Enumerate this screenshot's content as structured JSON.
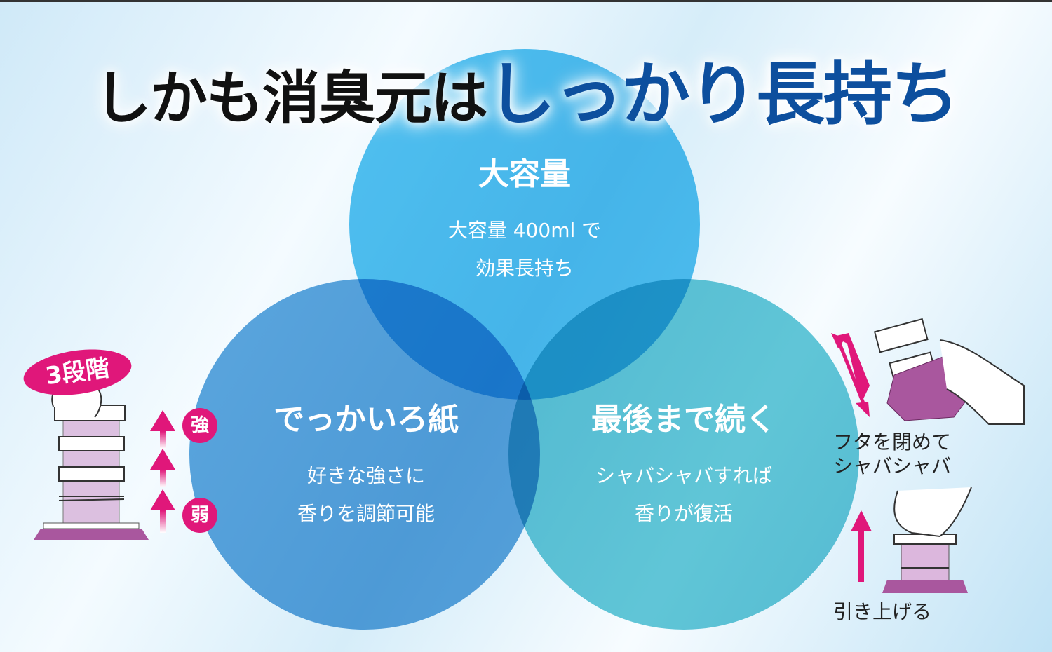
{
  "title": {
    "part1": "しかも消臭元は",
    "part2": "しっかり長持ち"
  },
  "circles": [
    {
      "heading": "大容量",
      "lines": [
        "大容量 400ml で",
        "効果長持ち"
      ]
    },
    {
      "heading": "でっかいろ紙",
      "lines": [
        "好きな強さに",
        "香りを調節可能"
      ]
    },
    {
      "heading": "最後まで続く",
      "lines": [
        "シャバシャバすれば",
        "香りが復活"
      ]
    }
  ],
  "left_panel": {
    "stage_badge": "3段階",
    "strong": "強",
    "weak": "弱"
  },
  "right_panel": {
    "shake_label": [
      "フタを閉めて",
      "シャバシャバ"
    ],
    "pull_label": "引き上げる"
  },
  "colors": {
    "accent": "#e0177a",
    "title_blue": "#0d4f9e",
    "product": "#a9579e"
  }
}
